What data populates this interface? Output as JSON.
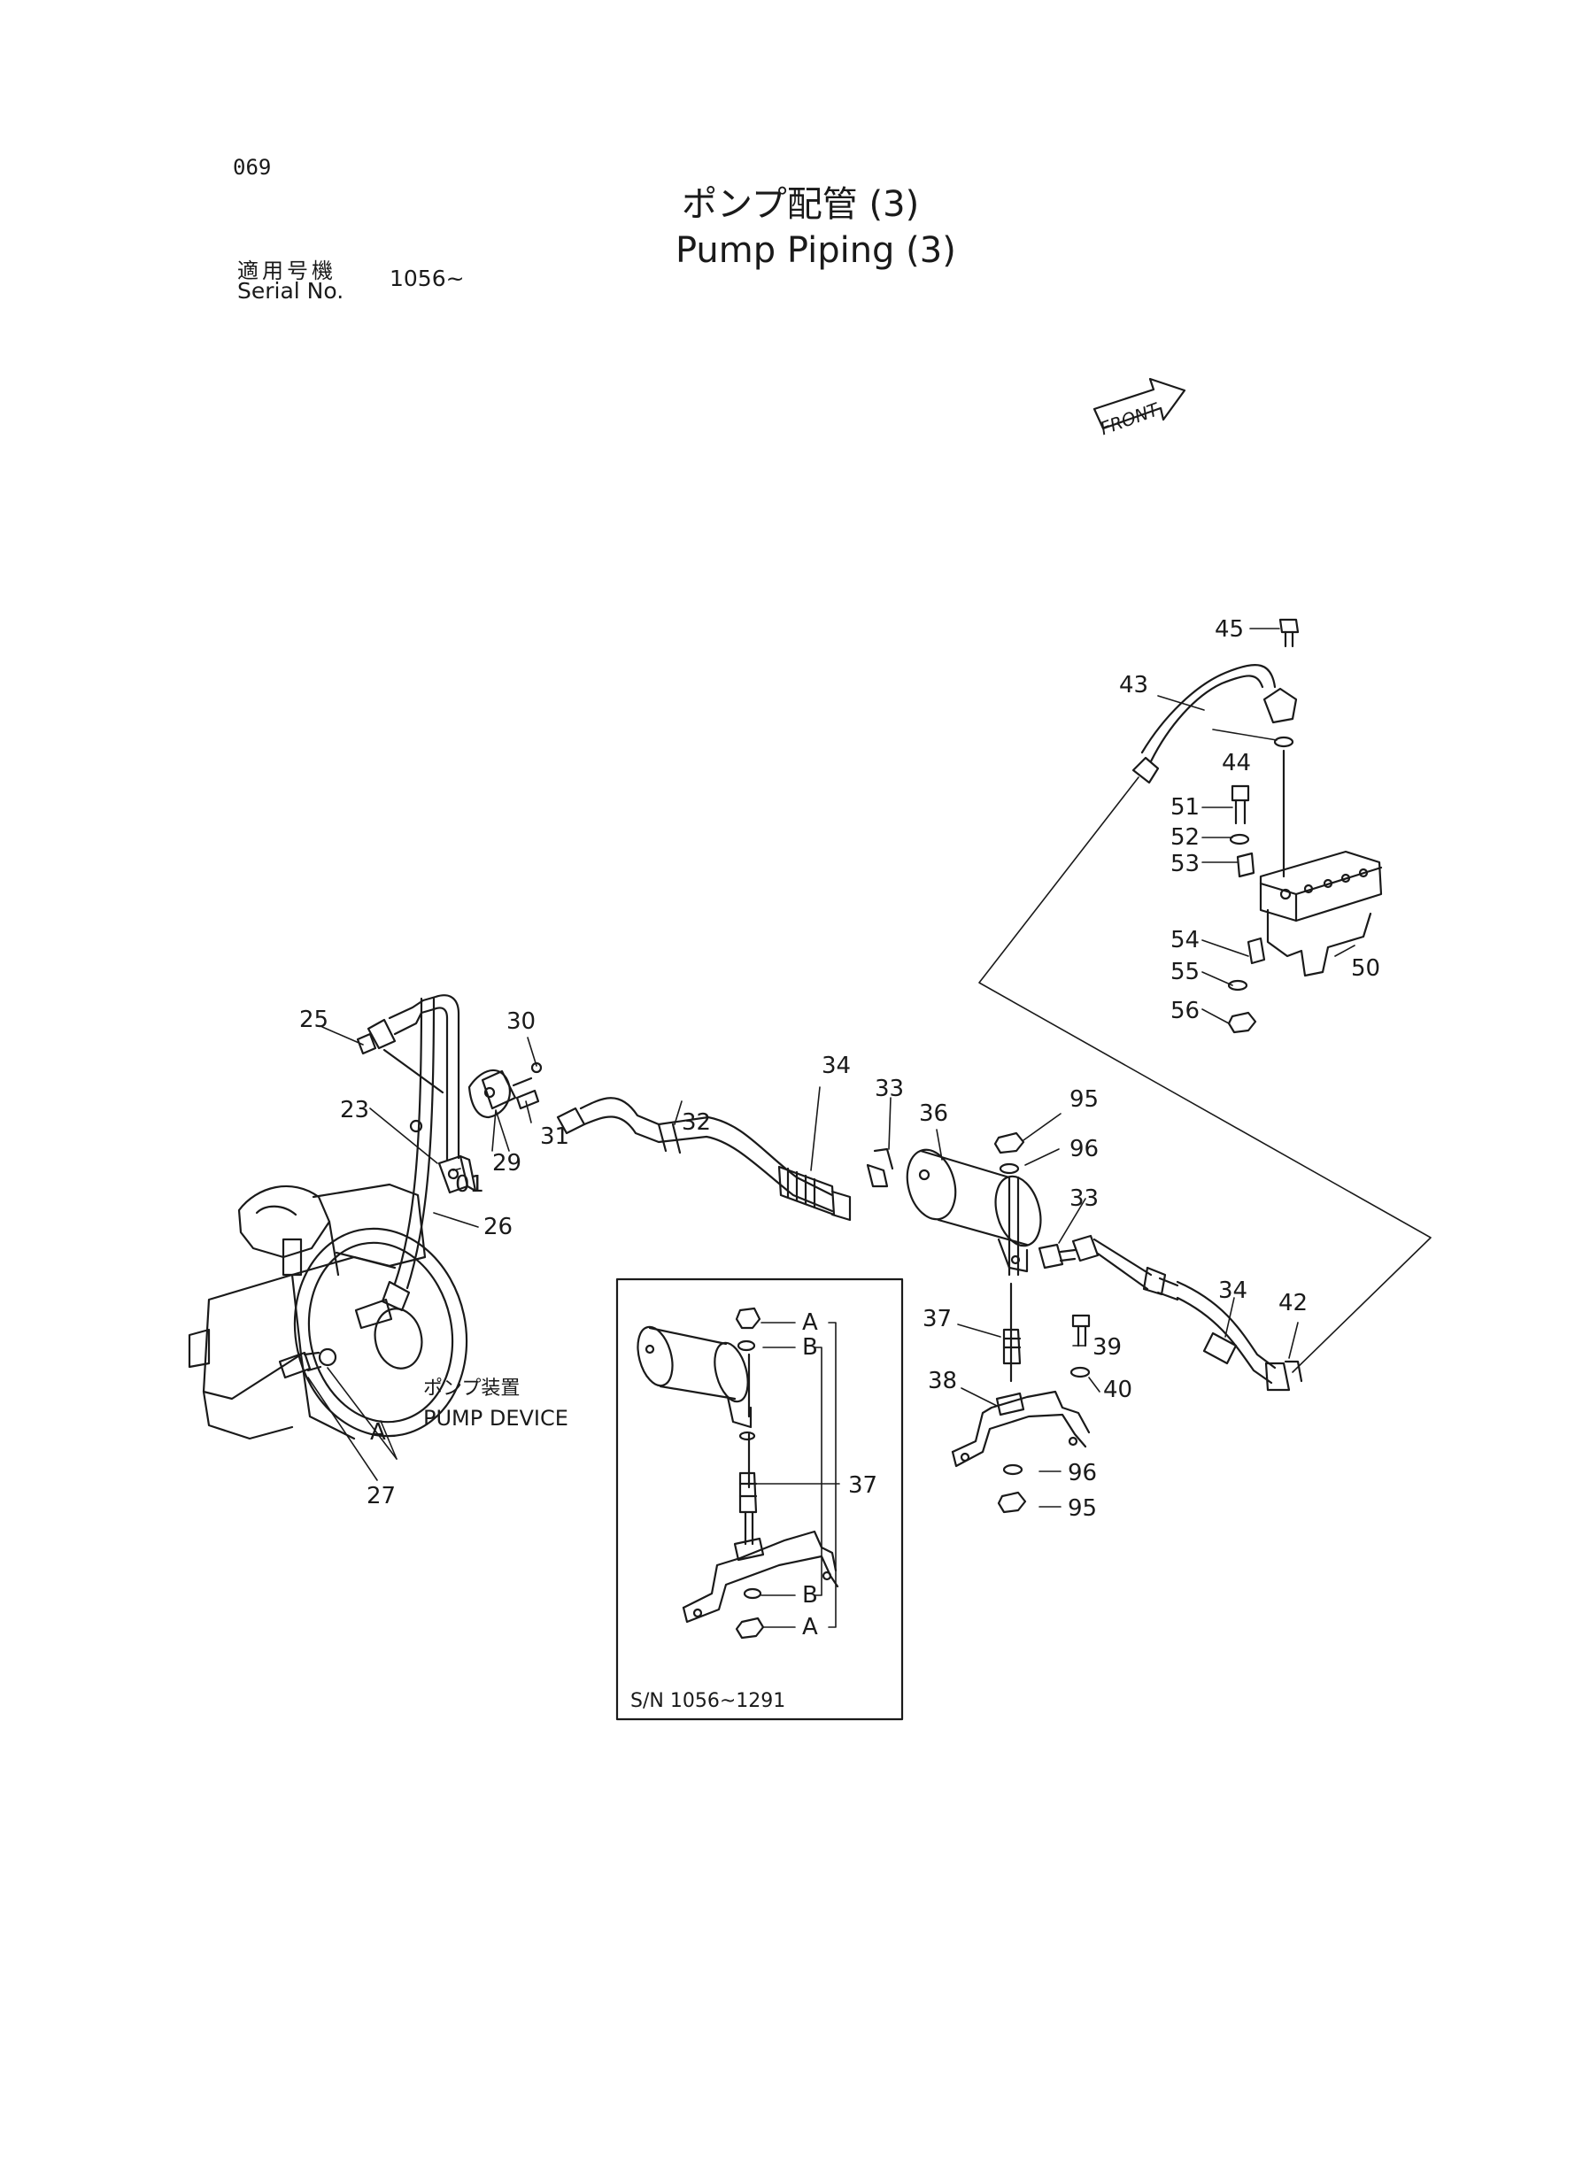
{
  "header": {
    "page_number": "069",
    "title_jp": "ポンプ配管 (3)",
    "title_en": "Pump Piping (3)",
    "serial_label_jp": "適用号機",
    "serial_label_en": "Serial No.",
    "serial_value": "1056~"
  },
  "front_label": "FRONT",
  "device_label_jp": "ポンプ装置",
  "device_label_en": "PUMP DEVICE",
  "inset": {
    "serial": "S/N 1056~1291",
    "labels": [
      "A",
      "B",
      "37",
      "B",
      "A"
    ]
  },
  "callouts": [
    "45",
    "43",
    "44",
    "51",
    "52",
    "53",
    "54",
    "55",
    "56",
    "50",
    "30",
    "25",
    "23",
    "01",
    "29",
    "31",
    "34",
    "32",
    "33",
    "36",
    "95",
    "96",
    "33",
    "26",
    "37",
    "39",
    "40",
    "38",
    "96",
    "95",
    "34",
    "42",
    "A",
    "27"
  ]
}
